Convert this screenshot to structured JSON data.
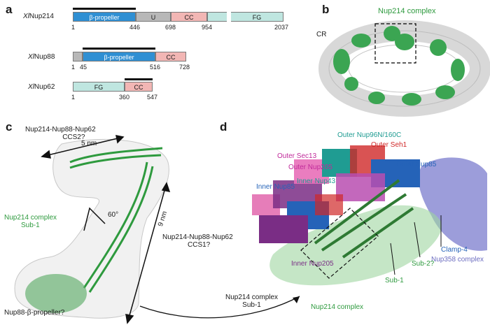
{
  "panels": {
    "a": "a",
    "b": "b",
    "c": "c",
    "d": "d"
  },
  "panel_a": {
    "nup214": {
      "name_italic": "Xl",
      "name": "Nup214",
      "d1": "β-propeller",
      "d2": "U",
      "d3": "CC",
      "d4": "FG",
      "t1": "1",
      "t2": "446",
      "t3": "698",
      "t4": "954",
      "t5": "2037"
    },
    "nup88": {
      "name_italic": "Xl",
      "name": "Nup88",
      "d1": "β-propeller",
      "d2": "CC",
      "t1": "1",
      "t2": "45",
      "t3": "516",
      "t4": "728"
    },
    "nup62": {
      "name_italic": "Xl",
      "name": "Nup62",
      "d1": "FG",
      "d2": "CC",
      "t1": "1",
      "t2": "360",
      "t3": "547"
    }
  },
  "panel_b": {
    "title": "Nup214 complex",
    "cr": "CR"
  },
  "panel_c": {
    "ccs2_l1": "Nup214-Nup88-Nup62",
    "ccs2_l2": "CCS2?",
    "dist1": "5 nm",
    "sub1_l1": "Nup214 complex",
    "sub1_l2": "Sub-1",
    "angle": "60°",
    "dist2": "9 nm",
    "ccs1_l1": "Nup214-Nup88-Nup62",
    "ccs1_l2": "CCS1?",
    "bottom": "Nup88-β-propeller?"
  },
  "panel_d": {
    "arrow_l1": "Nup214 complex",
    "arrow_l2": "Sub-1",
    "outer_nup96": "Outer Nup96N/160C",
    "outer_seh1": "Outer Seh1",
    "outer_sec13": "Outer Sec13",
    "outer_nup85": "Outer Nup85",
    "outer_nup205": "Outer Nup205",
    "inner_nup85": "Inner Nup85",
    "inner_nup43": "Inner Nup43",
    "inner_nup205": "Inner Nup205",
    "clamp": "Clamp-4",
    "nup358": "Nup358 complex",
    "sub2": "Sub-2?",
    "sub1": "Sub-1",
    "nup214c": "Nup214 complex"
  },
  "colors": {
    "propeller": "#2f8fd3",
    "u": "#b8b8b8",
    "cc": "#f2b6b4",
    "fg": "#bfe6e0",
    "green": "#2e9a3e",
    "blue": "#2563b8",
    "red": "#d02828",
    "magenta": "#c02a9a",
    "teal": "#1f9c92",
    "purple": "#7a2d85",
    "lavender": "#7f80c9"
  }
}
